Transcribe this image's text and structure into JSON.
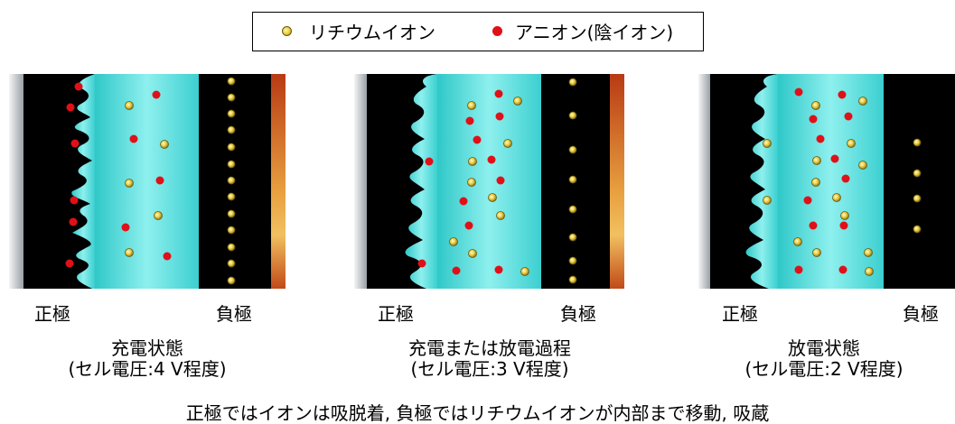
{
  "legend": {
    "lithium_label": "リチウムイオン",
    "anion_label": "アニオン(陰イオン)"
  },
  "colors": {
    "lithium": "#e8c93a",
    "anion": "#e01018",
    "electrolyte": "#4fd8d8",
    "electrode": "#000000"
  },
  "panels": [
    {
      "positive_label": "正極",
      "negative_label": "負極",
      "caption_line1": "充電状態",
      "caption_line2": "(セル電圧:4 V程度)"
    },
    {
      "positive_label": "正極",
      "negative_label": "負極",
      "caption_line1": "充電または放電過程",
      "caption_line2": "(セル電圧:3 V程度)"
    },
    {
      "positive_label": "正極",
      "negative_label": "負極",
      "caption_line1": "放電状態",
      "caption_line2": "(セル電圧:2 V程度)"
    }
  ],
  "bottom_text": "正極ではイオンは吸脱着, 負極ではリチウムイオンが内部まで移動, 吸蔵"
}
